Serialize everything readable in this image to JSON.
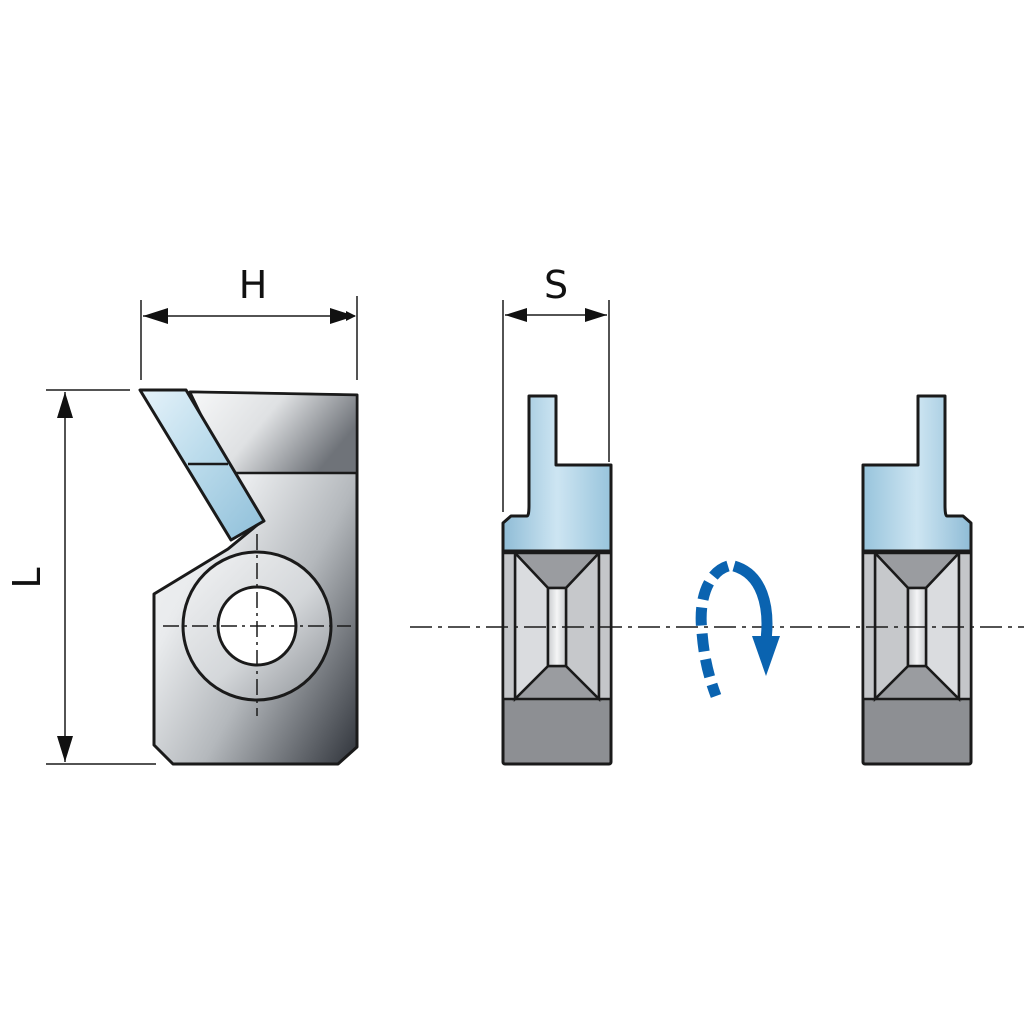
{
  "labels": {
    "height": "H",
    "length": "L",
    "thickness": "S"
  },
  "colors": {
    "outline": "#1a1a1a",
    "insert_blue": "#9ccbe2",
    "insert_blue_light": "#e6f3fa",
    "steel_light": "#f2f3f4",
    "steel_mid": "#b8bcc0",
    "steel_dark": "#3a3e44",
    "body_gray": "#8a8c90",
    "body_gray_light": "#a4a6aa",
    "rotation_arrow": "#0a63b0"
  },
  "icons": {
    "rotation": "rotate-arrow-icon"
  }
}
